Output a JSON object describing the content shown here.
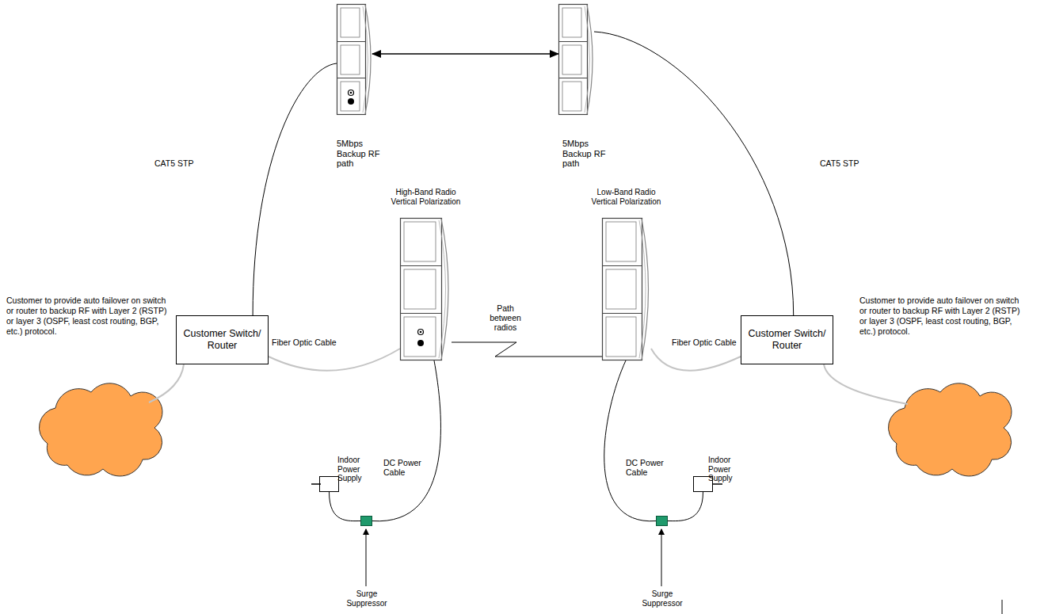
{
  "diagram": {
    "nodes": [
      {
        "text": [
          "5Mbps Backup RF path"
        ]
      },
      {
        "text": [
          "5Mbps Backup RF path"
        ]
      },
      {
        "text": [
          "High-Band Radio Vertical Polarization"
        ]
      },
      {
        "text": [
          "Low-Band Radio Vertical Polarization"
        ]
      },
      {
        "text": [
          "Customer Switch/ Router"
        ]
      },
      {
        "text": [
          "Customer Switch/ Router"
        ]
      },
      {
        "text": [
          "Indoor Power Supply"
        ]
      },
      {
        "text": [
          "Surge Suppressor"
        ]
      },
      {
        "text": [
          "Indoor Power Supply"
        ]
      },
      {
        "text": [
          "Surge Suppressor"
        ]
      }
    ],
    "edges": [
      {
        "from": 0,
        "to": 1,
        "arrow": "both"
      },
      {
        "from": 4,
        "to": 0,
        "label": "CAT5 STP",
        "arrow": "none"
      },
      {
        "from": 5,
        "to": 1,
        "label": "CAT5 STP",
        "arrow": "none"
      },
      {
        "from": 2,
        "to": 3,
        "label": "Path between radios",
        "arrow": "none"
      },
      {
        "from": 4,
        "to": 2,
        "label": "Fiber Optic Cable",
        "arrow": "none"
      },
      {
        "from": 5,
        "to": 3,
        "label": "Fiber Optic Cable",
        "arrow": "none"
      },
      {
        "from": 7,
        "to": 2,
        "label": "DC Power Cable",
        "arrow": "none"
      },
      {
        "from": 6,
        "to": 7,
        "arrow": "none"
      },
      {
        "from": 9,
        "to": 3,
        "label": "DC Power Cable",
        "arrow": "none"
      },
      {
        "from": 8,
        "to": 9,
        "arrow": "none"
      }
    ],
    "labels": [
      "Customer to provide auto failover on switch or router to backup RF with Layer 2 (RSTP) or layer 3 (OSPF, least cost routing, BGP, etc.) protocol.",
      "Customer to provide auto failover on switch or router to backup RF with Layer 2 (RSTP) or layer 3 (OSPF, least cost routing, BGP, etc.) protocol."
    ]
  }
}
